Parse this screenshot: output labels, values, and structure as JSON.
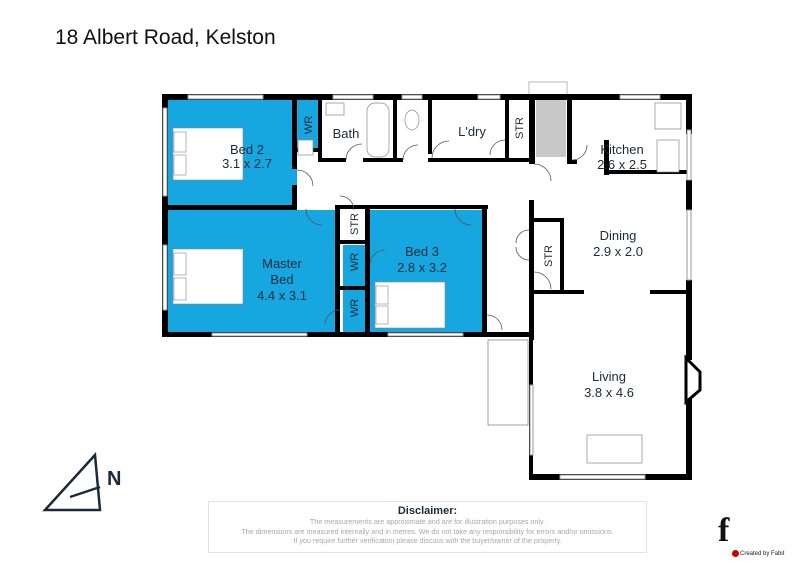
{
  "title": "18 Albert Road, Kelston",
  "colors": {
    "bedroom": "#16a6e0",
    "wall": "#000000"
  },
  "rooms": {
    "bed2": {
      "name": "Bed 2",
      "size": "3.1 x 2.7"
    },
    "master": {
      "name1": "Master",
      "name2": "Bed",
      "size": "4.4 x 3.1"
    },
    "bed3": {
      "name": "Bed 3",
      "size": "2.8 x 3.2"
    },
    "bath": {
      "name": "Bath"
    },
    "laundry": {
      "name": "L'dry"
    },
    "kitchen": {
      "name": "Kitchen",
      "size": "2.6 x 2.5"
    },
    "dining": {
      "name": "Dining",
      "size": "2.9 x 2.0"
    },
    "living": {
      "name": "Living",
      "size": "3.8 x 4.6"
    },
    "wr": "WR",
    "str": "STR"
  },
  "compass": {
    "label": "N"
  },
  "disclaimer": {
    "title": "Disclaimer:",
    "lines": [
      "The measurements are approximate and are for illustration purposes only.",
      "The dimensions are measured internally and in metres. We do not take any responsibility for errors and/or omissions.",
      "If you require further verification please discuss with the buyer/owner of the property."
    ]
  },
  "logo": {
    "letter": "f",
    "text": "Created by Fabit"
  }
}
